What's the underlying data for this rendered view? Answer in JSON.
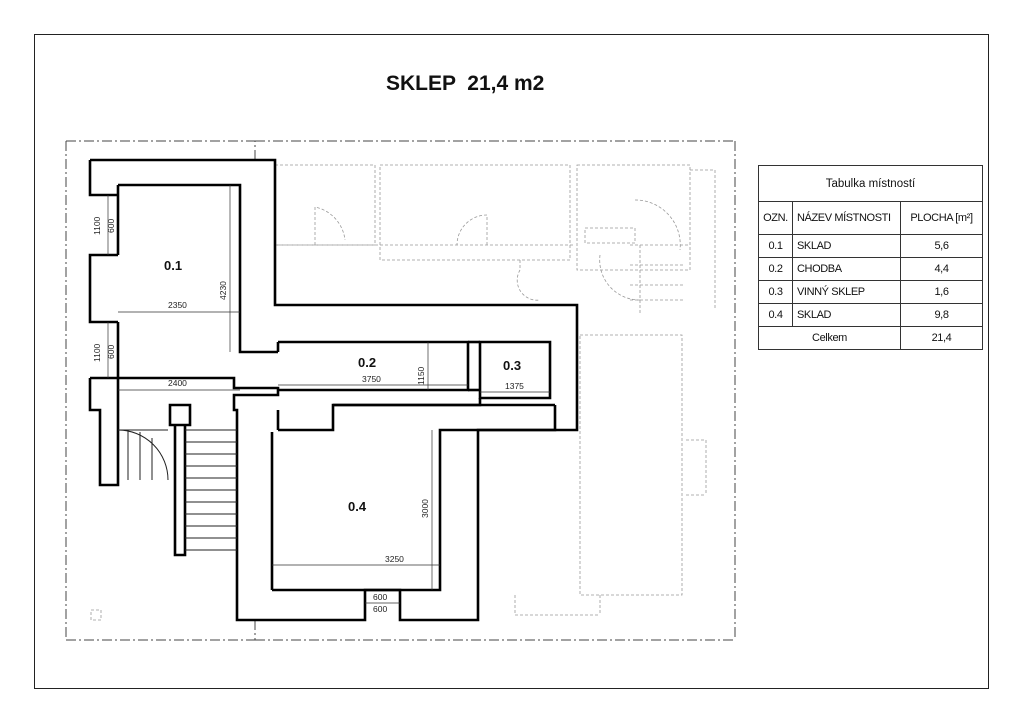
{
  "title": "SKLEP  21,4 m2",
  "rooms": [
    {
      "code": "0.1"
    },
    {
      "code": "0.2"
    },
    {
      "code": "0.3"
    },
    {
      "code": "0.4"
    }
  ],
  "dimensions": {
    "d2350": "2350",
    "d4230": "4230",
    "d2400": "2400",
    "d3750": "3750",
    "d1150": "1150",
    "d1375": "1375",
    "d3000": "3000",
    "d3250": "3250",
    "d600a": "600",
    "d600b": "600",
    "w1100a": "1100",
    "w600a": "600",
    "w1100b": "1100",
    "w600b": "600"
  },
  "table": {
    "caption": "Tabulka místností",
    "headers": {
      "code": "OZN.",
      "name": "NÁZEV MÍSTNOSTI",
      "area": "PLOCHA [m²]"
    },
    "rows": [
      {
        "code": "0.1",
        "name": "SKLAD",
        "area": "5,6"
      },
      {
        "code": "0.2",
        "name": "CHODBA",
        "area": "4,4"
      },
      {
        "code": "0.3",
        "name": "VINNÝ SKLEP",
        "area": "1,6"
      },
      {
        "code": "0.4",
        "name": "SKLAD",
        "area": "9,8"
      }
    ],
    "total_label": "Celkem",
    "total_value": "21,4"
  }
}
